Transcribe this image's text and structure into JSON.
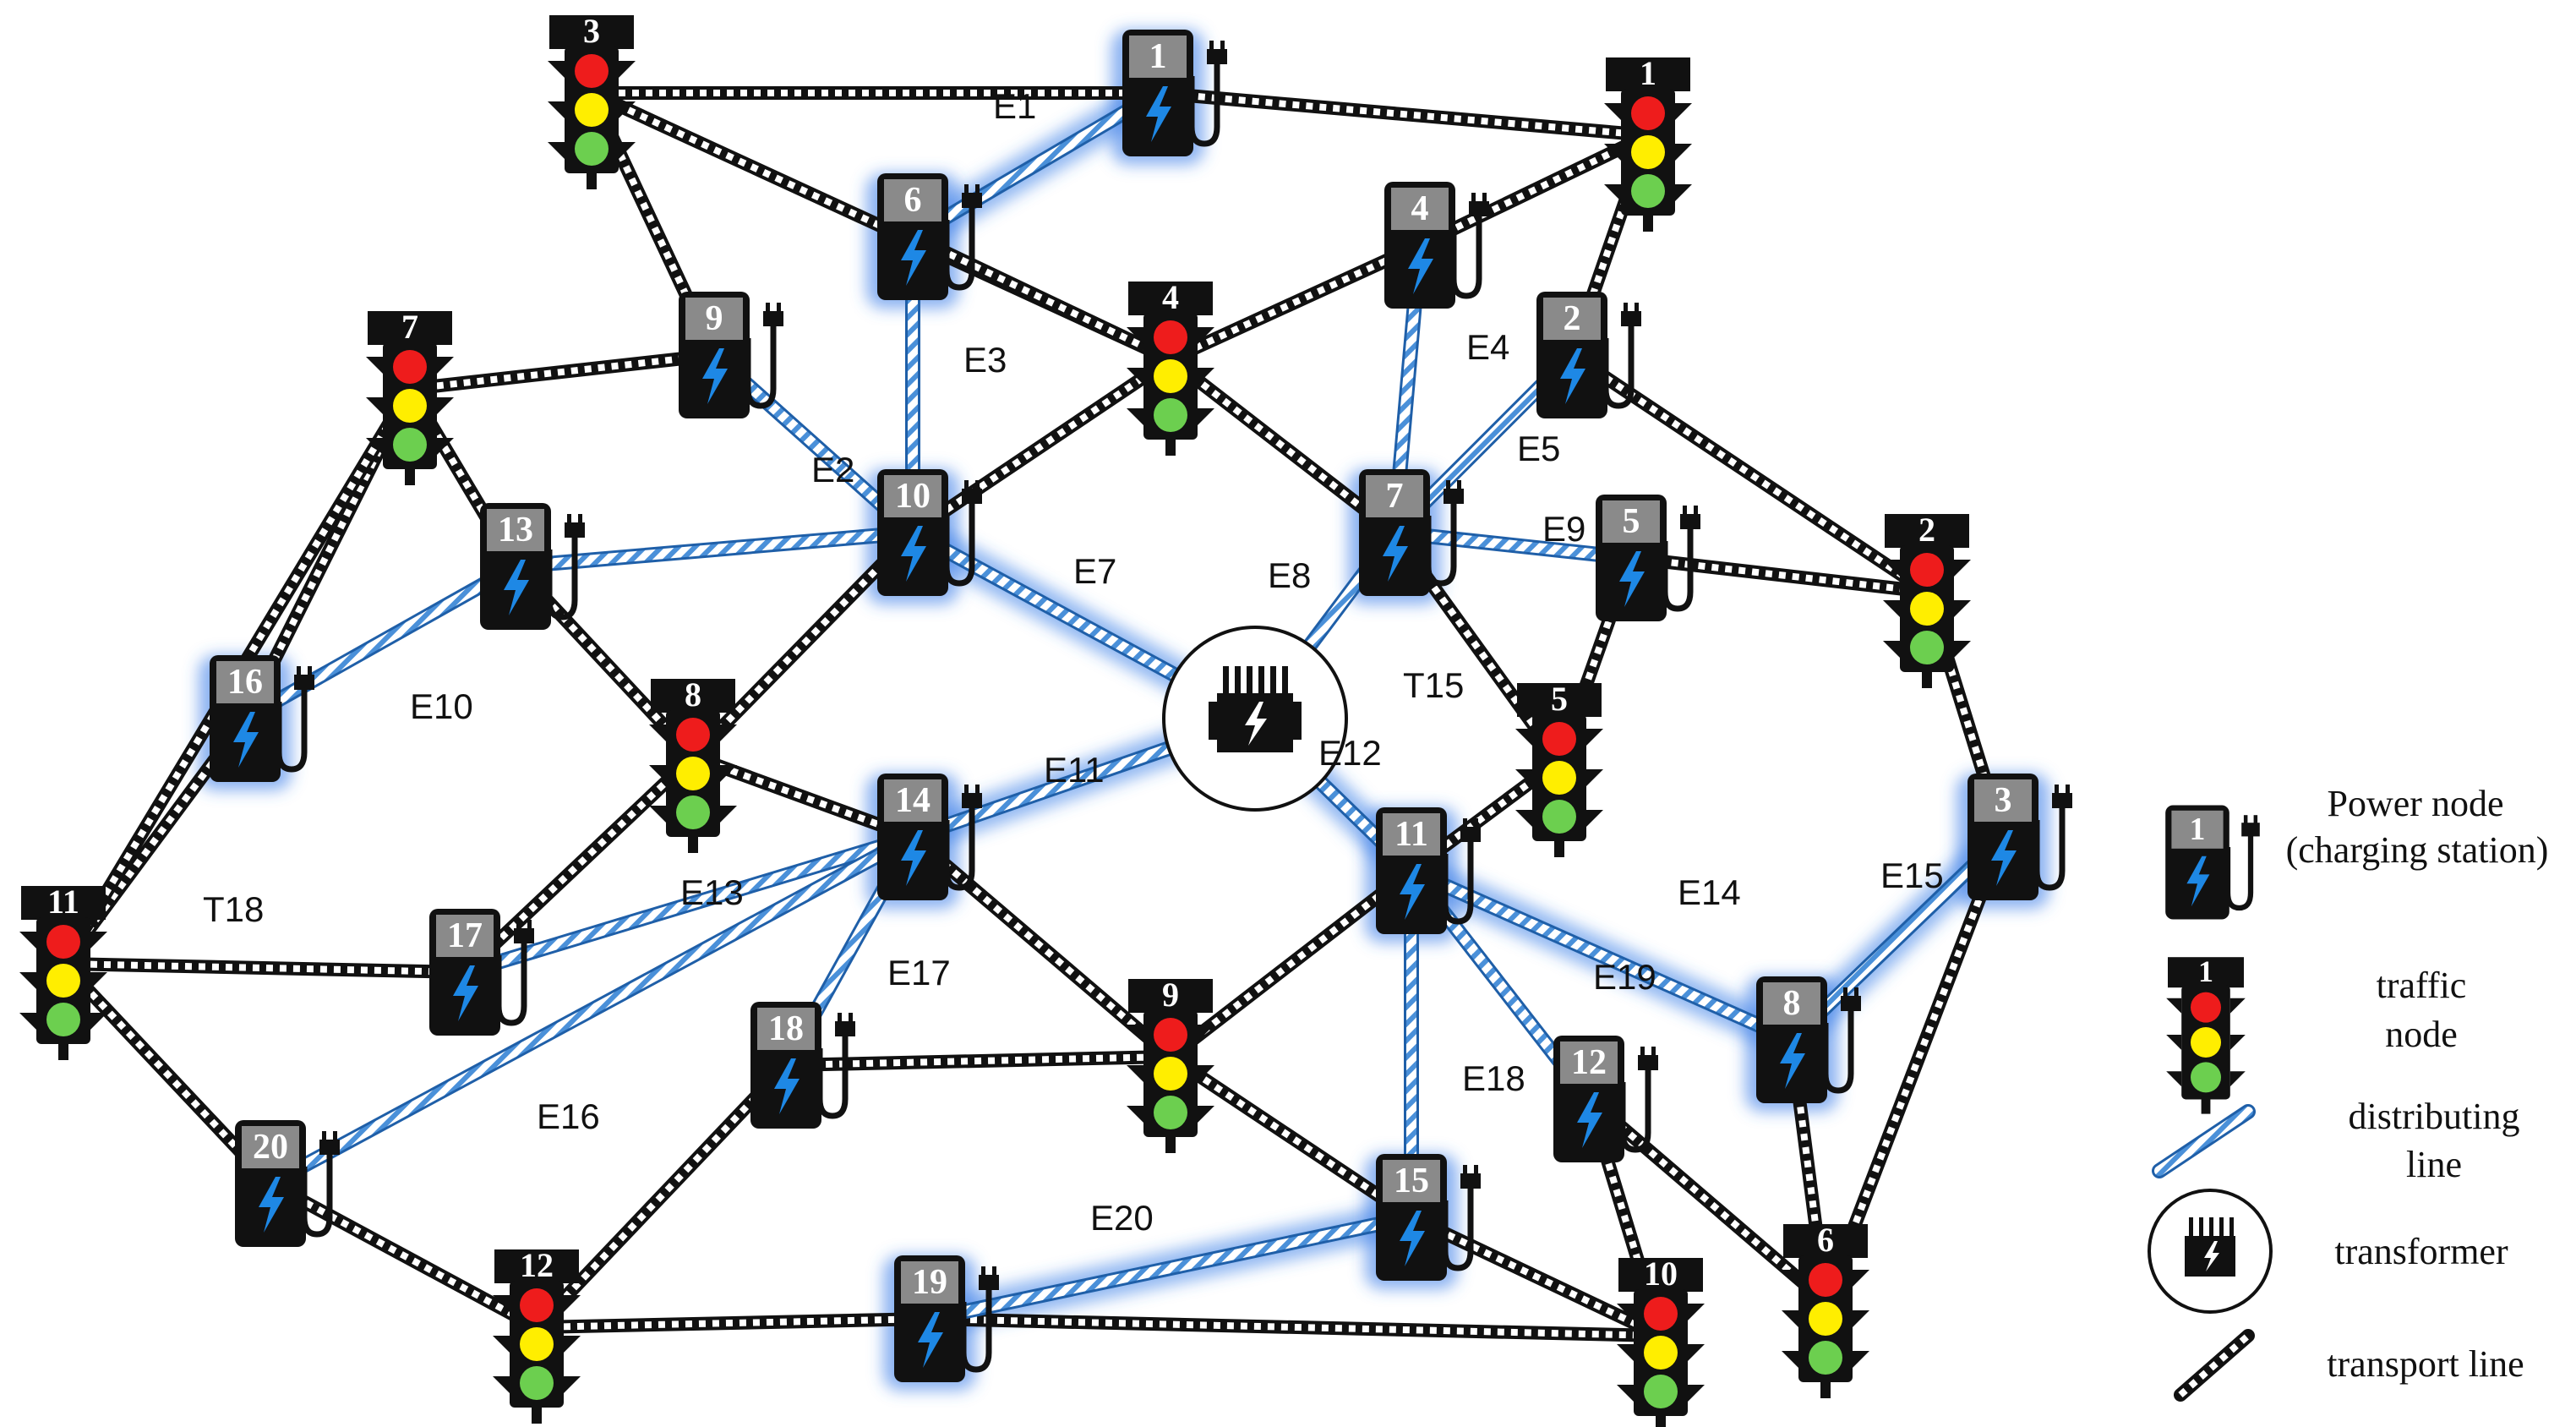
{
  "colors": {
    "distribution_line": "#4a90d9",
    "distribution_glow": "#3b7fe8",
    "transport_line": "#111111",
    "signal_red": "#ee1c1c",
    "signal_yellow": "#ffee00",
    "signal_green": "#6ccf4f",
    "station_body": "#111111",
    "station_label_bg": "#8a8a8a",
    "bolt": "#1e88e5"
  },
  "icons": {
    "charging_station": "charging-station-icon",
    "traffic_node": "traffic-light-icon",
    "transformer": "transformer-icon"
  },
  "power_nodes": [
    {
      "id": "1",
      "label": "1"
    },
    {
      "id": "2",
      "label": "2"
    },
    {
      "id": "3",
      "label": "3"
    },
    {
      "id": "4",
      "label": "4"
    },
    {
      "id": "5",
      "label": "5"
    },
    {
      "id": "6",
      "label": "6"
    },
    {
      "id": "7",
      "label": "7"
    },
    {
      "id": "8",
      "label": "8"
    },
    {
      "id": "9",
      "label": "9"
    },
    {
      "id": "10",
      "label": "10"
    },
    {
      "id": "11",
      "label": "11"
    },
    {
      "id": "12",
      "label": "12"
    },
    {
      "id": "13",
      "label": "13"
    },
    {
      "id": "14",
      "label": "14"
    },
    {
      "id": "15",
      "label": "15"
    },
    {
      "id": "16",
      "label": "16"
    },
    {
      "id": "17",
      "label": "17"
    },
    {
      "id": "18",
      "label": "18"
    },
    {
      "id": "19",
      "label": "19"
    },
    {
      "id": "20",
      "label": "20"
    }
  ],
  "traffic_nodes": [
    {
      "id": "1",
      "label": "1"
    },
    {
      "id": "2",
      "label": "2"
    },
    {
      "id": "3",
      "label": "3"
    },
    {
      "id": "4",
      "label": "4"
    },
    {
      "id": "5",
      "label": "5"
    },
    {
      "id": "6",
      "label": "6"
    },
    {
      "id": "7",
      "label": "7"
    },
    {
      "id": "8",
      "label": "8"
    },
    {
      "id": "9",
      "label": "9"
    },
    {
      "id": "10",
      "label": "10"
    },
    {
      "id": "11",
      "label": "11"
    },
    {
      "id": "12",
      "label": "12"
    }
  ],
  "distribution_edges": [
    {
      "label": "E1",
      "from": "T",
      "to": "P1",
      "via": [
        "P10",
        "P6"
      ]
    },
    {
      "label": "E2",
      "from": "P10",
      "to": "P9"
    },
    {
      "label": "E3",
      "from": "P10",
      "to": "P6"
    },
    {
      "label": "E4",
      "from": "P7",
      "to": "P4"
    },
    {
      "label": "E5",
      "from": "P7",
      "to": "P2"
    },
    {
      "label": "E7",
      "from": "T",
      "to": "P10"
    },
    {
      "label": "E8",
      "from": "T",
      "to": "P7"
    },
    {
      "label": "E9",
      "from": "P7",
      "to": "P5"
    },
    {
      "label": "E10",
      "from": "P10",
      "to": "P16",
      "via": [
        "P13"
      ]
    },
    {
      "label": "E11",
      "from": "T",
      "to": "P14"
    },
    {
      "label": "E12",
      "from": "T",
      "to": "P11"
    },
    {
      "label": "E13",
      "from": "P14",
      "to": "P17"
    },
    {
      "label": "E14",
      "from": "P11",
      "to": "P8"
    },
    {
      "label": "E15",
      "from": "P8",
      "to": "P3"
    },
    {
      "label": "E16",
      "from": "P14",
      "to": "P20"
    },
    {
      "label": "E17",
      "from": "P14",
      "to": "P18"
    },
    {
      "label": "E18",
      "from": "P11",
      "to": "P15"
    },
    {
      "label": "E19",
      "from": "P11",
      "to": "P12"
    },
    {
      "label": "E20",
      "from": "P15",
      "to": "P19"
    }
  ],
  "region_labels": [
    "T15",
    "T18"
  ],
  "legend": {
    "power_node": "Power node",
    "power_node_sub": "(charging station)",
    "power_node_num": "1",
    "traffic_node_line1": "traffic",
    "traffic_node_line2": "node",
    "traffic_node_num": "1",
    "distributing_line1": "distributing",
    "distributing_line2": "line",
    "transformer": "transformer",
    "transport_line": "transport  line"
  }
}
